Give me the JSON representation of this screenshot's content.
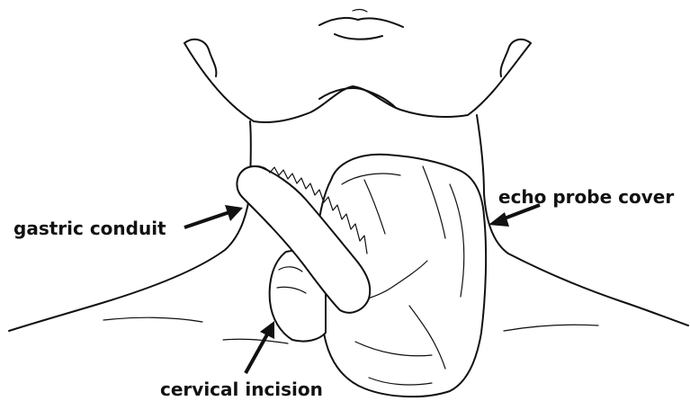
{
  "labels": {
    "gastric_conduit": "gastric conduit",
    "echo_probe_cover": "echo probe cover",
    "cervical_incision": "cervical incision"
  },
  "colors": {
    "line": "#111111",
    "background": "#ffffff"
  }
}
